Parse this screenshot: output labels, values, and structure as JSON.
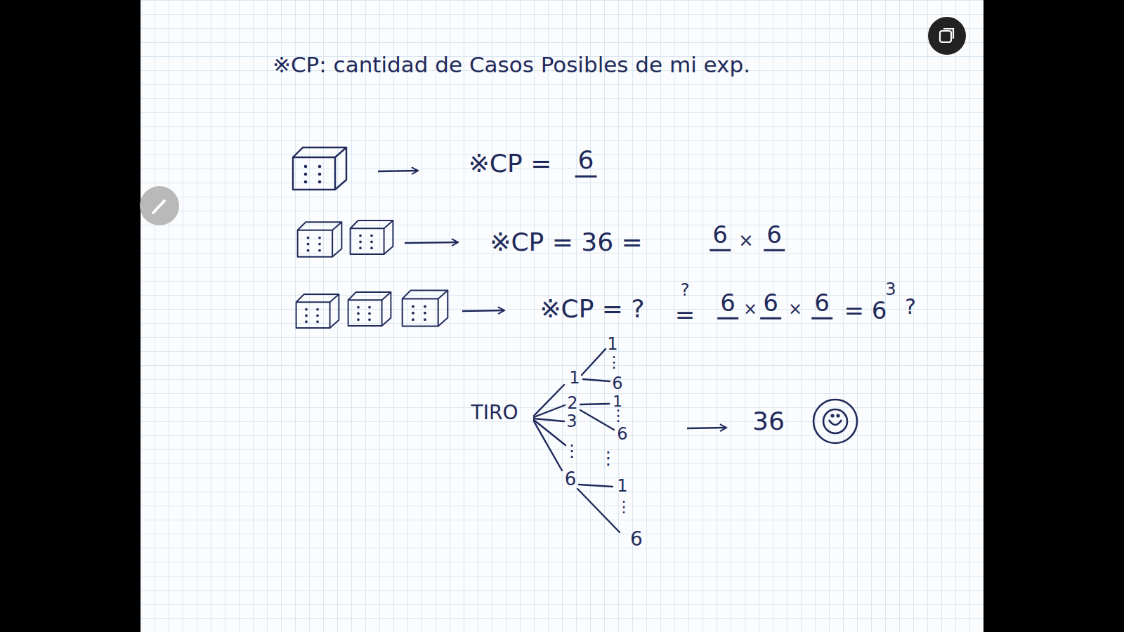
{
  "diagram": {
    "title": "※CP: cantidad de Casos Posibles de mi exp.",
    "labels": [
      "※CP =",
      "6",
      "※CP = 36 =",
      "6",
      "×",
      "6",
      "※CP = ?",
      "?",
      "=",
      "6",
      "×",
      "6",
      "×",
      "6",
      "= 6",
      "3",
      "?",
      "TIRO",
      "1",
      "2",
      "3",
      "⋮",
      "6",
      "1",
      "⋮",
      "6",
      "1",
      "⋮",
      "6",
      "⋮",
      "1",
      "⋮",
      "6",
      "36"
    ]
  }
}
